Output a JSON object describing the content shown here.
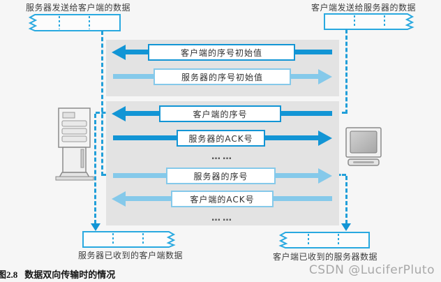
{
  "figure": {
    "caption_number": "图2.8",
    "caption_title": "数据双向传输时的情况",
    "watermark": "CSDN @LuciferPluto"
  },
  "data_bars": {
    "top_left": "服务器发送给客户端的数据",
    "top_right": "客户端发送给服务器的数据",
    "bottom_left": "服务器已收到的客户端数据",
    "bottom_right": "客户端已收到的服务器数据"
  },
  "panel1": {
    "rows": [
      {
        "label": "客户端的序号初始值",
        "direction": "left",
        "tone": "dark"
      },
      {
        "label": "服务器的序号初始值",
        "direction": "right",
        "tone": "light"
      }
    ]
  },
  "panel2": {
    "rows": [
      {
        "label": "客户端的序号",
        "direction": "left",
        "tone": "dark"
      },
      {
        "label": "服务器的ACK号",
        "direction": "right",
        "tone": "dark"
      },
      {
        "label": "……",
        "type": "ellipsis"
      },
      {
        "label": "服务器的序号",
        "direction": "right",
        "tone": "light"
      },
      {
        "label": "客户端的ACK号",
        "direction": "left",
        "tone": "light"
      },
      {
        "label": "……",
        "type": "ellipsis"
      }
    ]
  },
  "icons": {
    "left": "server-tower-icon",
    "right": "client-monitor-icon"
  },
  "colors": {
    "dark_blue": "#1295d5",
    "light_blue": "#85c9ea",
    "bar_outline_blue": "#29a9e0",
    "panel_gray": "#e3e3e3",
    "background": "#f6f6f6",
    "watermark_gray": "#a8a8a8"
  }
}
